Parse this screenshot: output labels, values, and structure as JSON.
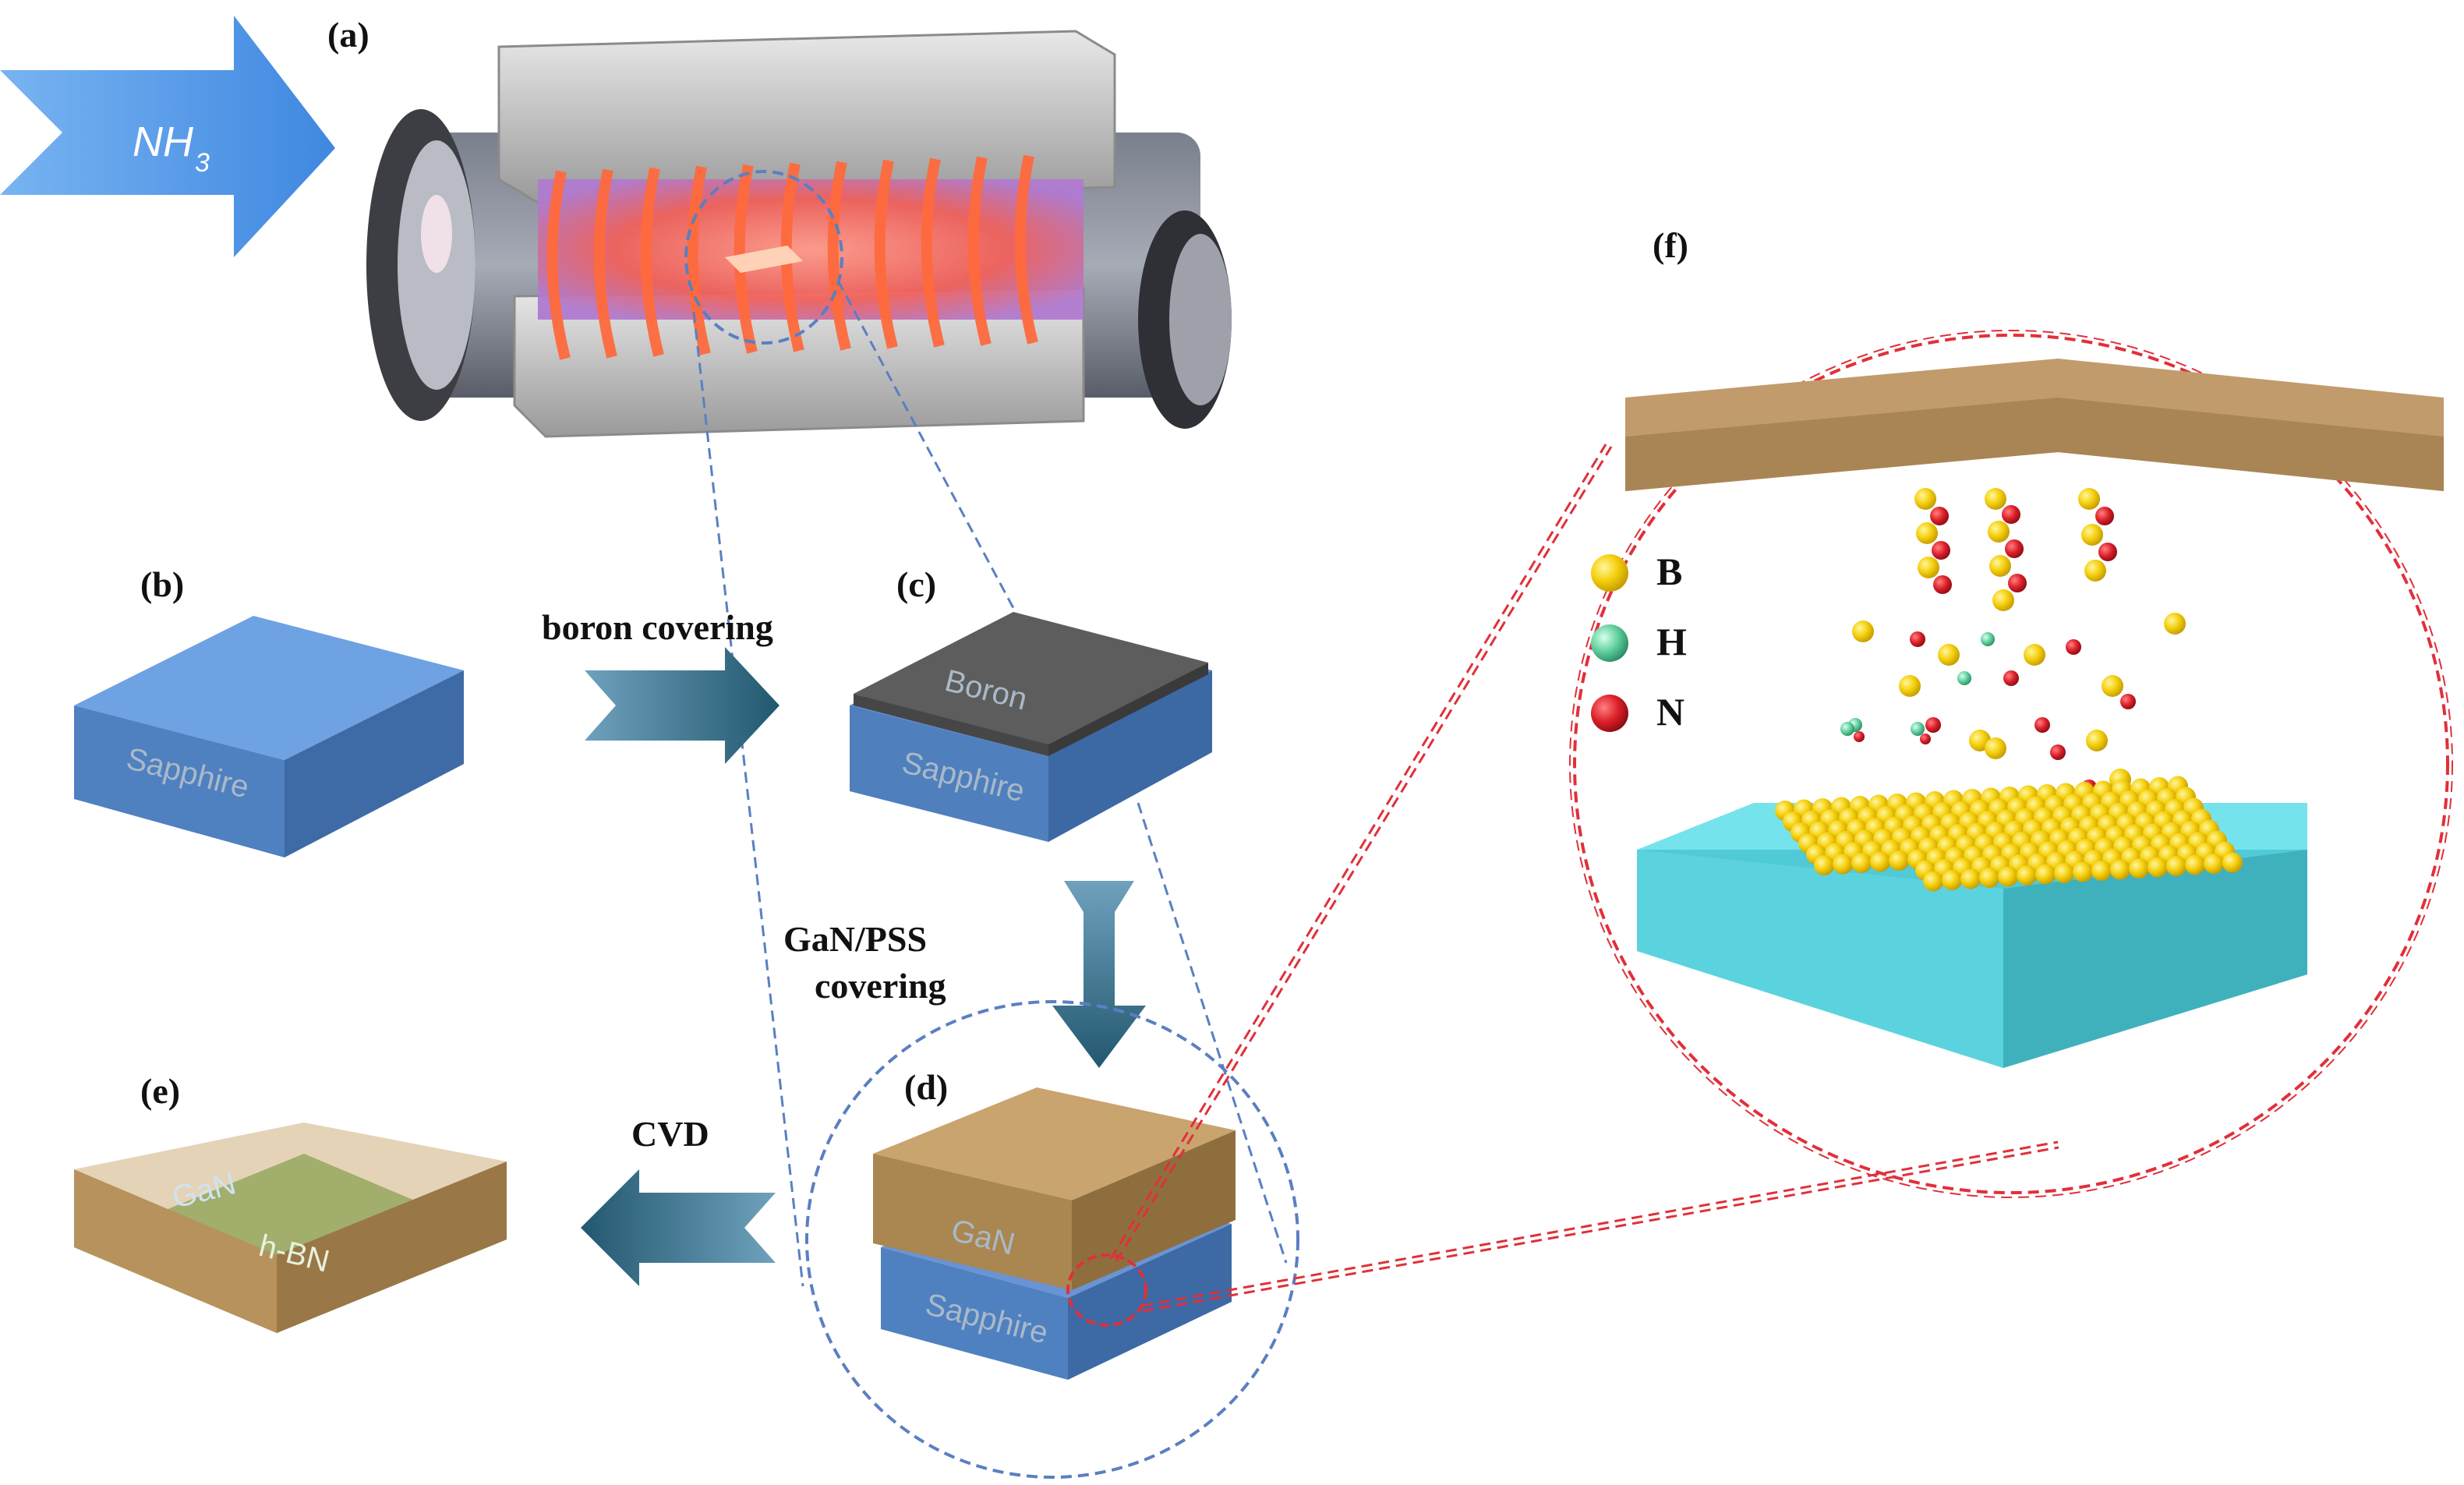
{
  "gas_label": "NH",
  "gas_subscript": "3",
  "panels": {
    "a": "(a)",
    "b": "(b)",
    "c": "(c)",
    "d": "(d)",
    "e": "(e)",
    "f": "(f)"
  },
  "steps": {
    "boron_covering": "boron covering",
    "gan_pss_line1": "GaN/PSS",
    "gan_pss_line2": "covering",
    "cvd": "CVD"
  },
  "layers": {
    "sapphire_b": "Sapphire",
    "boron_c": "Boron",
    "sapphire_c": "Sapphire",
    "gan_d": "GaN",
    "sapphire_d": "Sapphire",
    "gan_e": "GaN",
    "hbn_e": "h-BN"
  },
  "legend": [
    {
      "symbol": "B",
      "color": "#f5d21e"
    },
    {
      "symbol": "H",
      "color": "#7fd3b0"
    },
    {
      "symbol": "N",
      "color": "#d8202a"
    }
  ],
  "colors": {
    "sapphire": "#5b8fd4",
    "boron": "#606060",
    "gan": "#b8925c",
    "hbn": "#6fae5a",
    "substrate_f": "#55d6e0",
    "nh3_arrow": "#4f93e6",
    "process_arrow": "#2f6a88",
    "zoom_blue": "#5a7fc2",
    "zoom_red": "#e0303a"
  }
}
